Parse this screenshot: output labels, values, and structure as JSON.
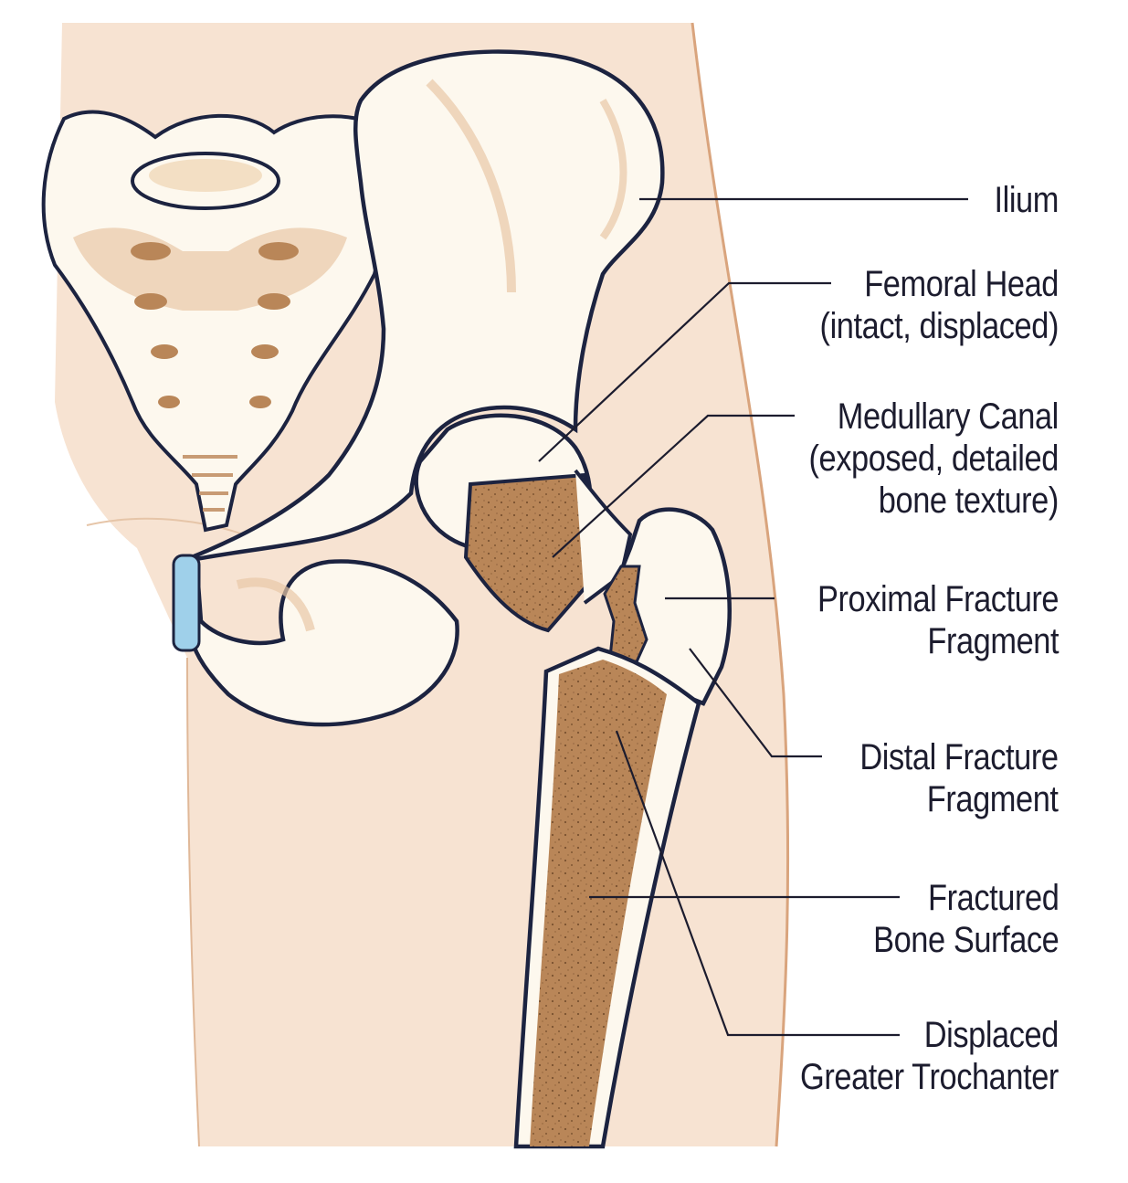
{
  "labels": {
    "ilium": "Ilium",
    "femoral_head": [
      "Femoral Head",
      "(intact, displaced)"
    ],
    "medullary_canal": [
      "Medullary Canal",
      "(exposed, detailed",
      "bone texture)"
    ],
    "proximal_fragment": [
      "Proximal Fracture",
      "Fragment"
    ],
    "distal_fragment": [
      "Distal Fracture",
      "Fragment"
    ],
    "fractured_surface": [
      "Fractured",
      "Bone Surface"
    ],
    "greater_trochanter": [
      "Displaced",
      "Greater Trochanter"
    ]
  },
  "colors": {
    "skin": "#f7e3d2",
    "skin_outline": "#d9a47d",
    "bone": "#fdf8ee",
    "bone_shade": "#e8c8a6",
    "marrow": "#b98658",
    "outline": "#1c2340",
    "cartilage": "#9fd0ea",
    "leader": "#1c1c2e"
  }
}
